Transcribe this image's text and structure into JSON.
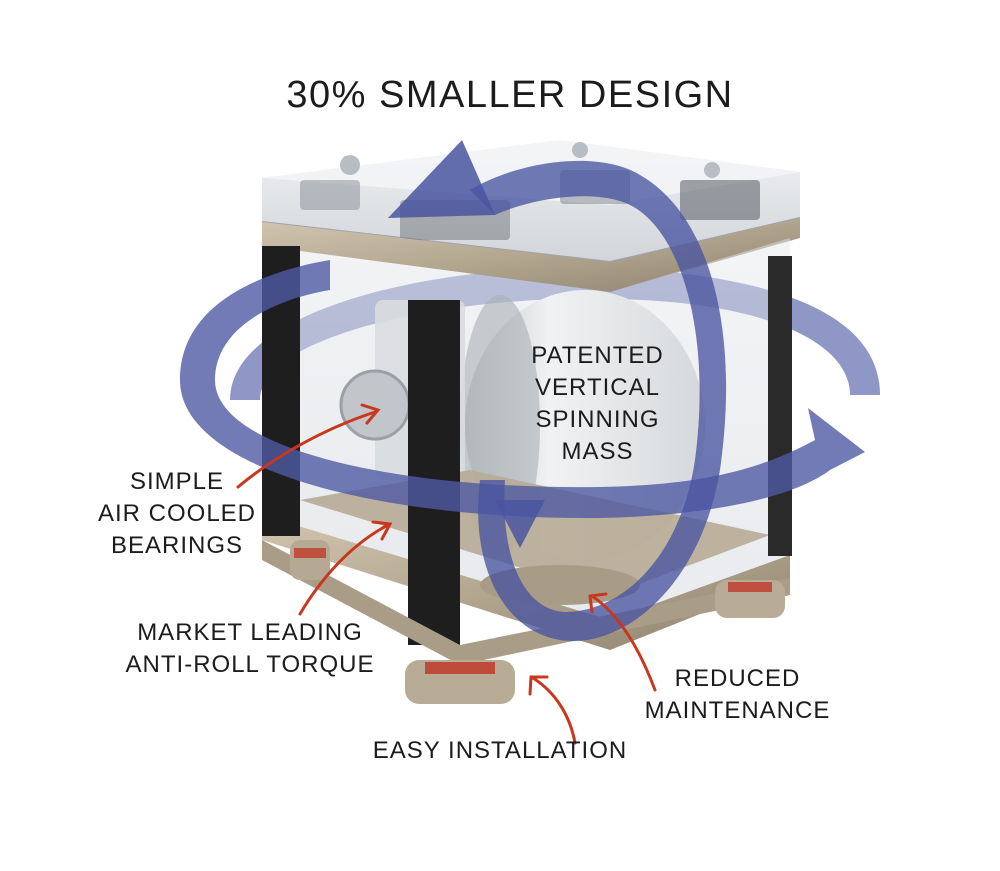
{
  "title": "30% SMALLER DESIGN",
  "callouts": {
    "spinning_mass": [
      "PATENTED",
      "VERTICAL",
      "SPINNING",
      "MASS"
    ],
    "bearings": [
      "SIMPLE",
      "AIR COOLED",
      "BEARINGS"
    ],
    "anti_roll": [
      "MARKET LEADING",
      "ANTI-ROLL TORQUE"
    ],
    "maintenance": [
      "REDUCED",
      "MAINTENANCE"
    ],
    "installation": [
      "EASY INSTALLATION"
    ]
  },
  "colors": {
    "arrow": "#c8381f",
    "rotation_band": "#5560a8",
    "frame_metal": "#b9ab93",
    "frame_black": "#1e1e1e",
    "glass": "#dfe4ea"
  }
}
